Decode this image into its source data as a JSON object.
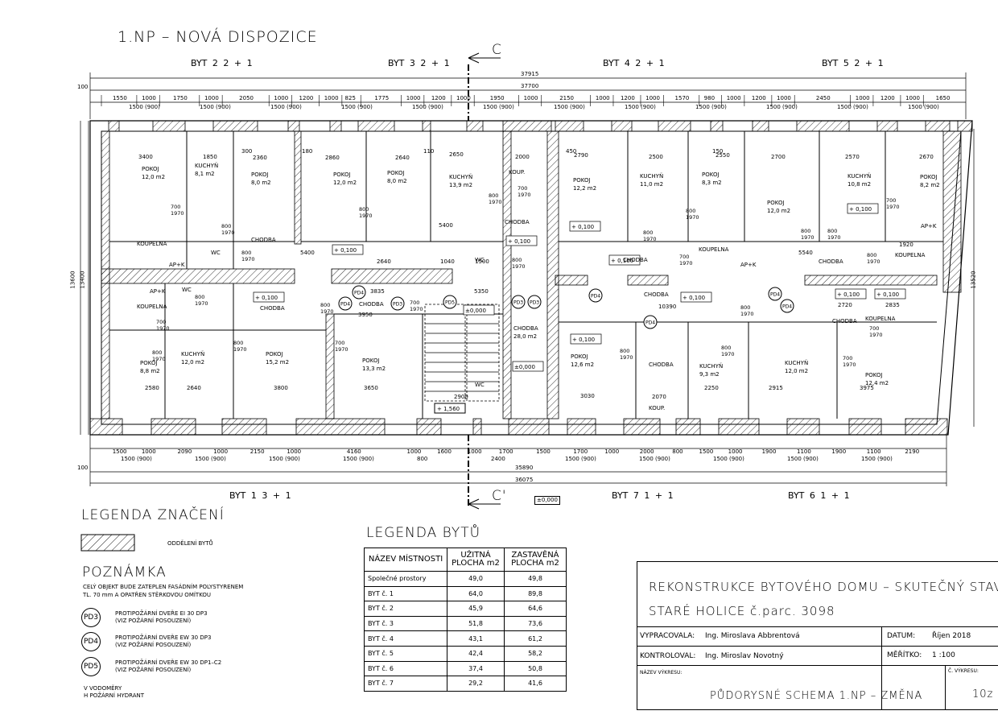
{
  "header": {
    "title": "1.NP – NOVÁ DISPOZICE",
    "section_top": "C",
    "section_bottom": "C'"
  },
  "apartments_top": [
    "BYT 2   2 + 1",
    "BYT 3   2 + 1",
    "BYT 4   2 + 1",
    "BYT 5   2 + 1"
  ],
  "apartments_bottom": [
    "BYT 1   3 + 1",
    "BYT 7   1 + 1",
    "BYT 6   1 + 1"
  ],
  "dimensions": {
    "top_overall_1": "37915",
    "top_overall_2": "37700",
    "bottom_overall_1": "35890",
    "bottom_overall_2": "36075",
    "left_overall_1": "13600",
    "left_overall_2": "13400",
    "right_overall": "13520",
    "top_chain": [
      "1550",
      "1000",
      "1750",
      "1000",
      "2050",
      "1000",
      "1200",
      "1000",
      "825",
      "1775",
      "1000",
      "1200",
      "1000",
      "1950",
      "1000",
      "2150",
      "1000",
      "1200",
      "1000",
      "1570",
      "980",
      "1000",
      "1200",
      "1000",
      "2450",
      "1000",
      "1200",
      "1000",
      "1650"
    ],
    "top_openings": [
      "1500 (900)",
      "1500 (900)",
      "1500 (900)",
      "1500 (900)",
      "1500 (900)",
      "1500 (900)",
      "1500 (900)",
      "1500 (900)",
      "1500 (900)",
      "1500 (900)",
      "1500 (900)",
      "1500 (900)"
    ],
    "bottom_chain": [
      "1500",
      "1000",
      "2090",
      "1000",
      "2150",
      "1000",
      "4160",
      "1000",
      "1600",
      "1000",
      "1700",
      "1500",
      "1700",
      "1000",
      "2000",
      "800",
      "1500",
      "1000",
      "1900",
      "1100",
      "1900",
      "1100",
      "2190"
    ],
    "bottom_openings": [
      "1500 (900)",
      "1500 (900)",
      "1500 (900)",
      "1500 (900)",
      "800",
      "2400",
      "1500 (900)",
      "1500 (900)",
      "1500 (900)",
      "1500 (900)",
      "1500 (900)"
    ],
    "side_100": "100",
    "level_zero": "±0,000"
  },
  "rooms": [
    {
      "name": "POKOJ",
      "area": "12,0 m2"
    },
    {
      "name": "KUCHYŇ",
      "area": "8,1 m2"
    },
    {
      "name": "POKOJ",
      "area": "8,0 m2"
    },
    {
      "name": "POKOJ",
      "area": "12,0 m2"
    },
    {
      "name": "POKOJ",
      "area": "8,0 m2"
    },
    {
      "name": "KUCHYŇ",
      "area": "13,9 m2"
    },
    {
      "name": "KOUP."
    },
    {
      "name": "POKOJ",
      "area": "12,2 m2"
    },
    {
      "name": "KUCHYŇ",
      "area": "11,0 m2"
    },
    {
      "name": "POKOJ",
      "area": "8,3 m2"
    },
    {
      "name": "POKOJ",
      "area": "12,0 m2"
    },
    {
      "name": "KUCHYŇ",
      "area": "10,8 m2"
    },
    {
      "name": "POKOJ",
      "area": "8,2 m2"
    },
    {
      "name": "KOUPELNA"
    },
    {
      "name": "CHODBA"
    },
    {
      "name": "WC"
    },
    {
      "name": "CHODBA",
      "area": "28,0 m2"
    },
    {
      "name": "KOUPELNA"
    },
    {
      "name": "KUCHYŇ",
      "area": "12,0 m2"
    },
    {
      "name": "POKOJ",
      "area": "8,8 m2"
    },
    {
      "name": "POKOJ",
      "area": "15,2 m2"
    },
    {
      "name": "POKOJ",
      "area": "13,3 m2"
    },
    {
      "name": "POKOJ",
      "area": "12,6 m2"
    },
    {
      "name": "KUCHYŇ",
      "area": "9,3 m2"
    },
    {
      "name": "KUCHYŇ",
      "area": "12,0 m2"
    },
    {
      "name": "POKOJ",
      "area": "12,4 m2"
    }
  ],
  "plan_labels": {
    "room_pokoj": "POKOJ",
    "room_kuchyn": "KUCHYŇ",
    "room_koupelna": "KOUPELNA",
    "room_chodba": "CHODBA",
    "room_wc": "WC",
    "room_koup": "KOUP.",
    "apk": "AP+K",
    "door_800": "800",
    "door_1970": "1970",
    "door_700": "700",
    "door_900": "900",
    "level_100": "+ 0,100",
    "level_1560": "+ 1,560",
    "level_000": "±0,000",
    "pd3": "PD3",
    "pd4": "PD4",
    "pd5": "PD5",
    "dims_inner": [
      "3400",
      "1850",
      "2360",
      "2860",
      "2640",
      "2650",
      "2000",
      "2790",
      "2500",
      "2550",
      "2700",
      "2570",
      "2670",
      "5400",
      "5400",
      "2640",
      "1040",
      "1500",
      "5540",
      "1920",
      "3835",
      "5350",
      "3950",
      "10390",
      "2720",
      "2835",
      "2580",
      "2640",
      "3800",
      "3650",
      "2900",
      "3030",
      "2250",
      "2915",
      "3975",
      "2070",
      "300",
      "110",
      "180",
      "150",
      "450"
    ]
  },
  "legend_signs": {
    "title": "LEGENDA ZNAČENÍ",
    "hatch_label": "ODDĚLENÍ BYTŮ"
  },
  "note": {
    "title": "POZNÁMKA",
    "text_1": "CELÝ OBJEKT BUDE ZATEPLEN FASÁDNÍM POLYSTYRENEM",
    "text_2": "TL. 70 mm A OPATŘEN STĚRKOVOU OMÍTKOU",
    "items": [
      {
        "symbol": "PD3",
        "line_1": "PROTIPOŽÁRNÍ DVEŘE EI 30 DP3",
        "line_2": "(VIZ POŽÁRNÍ POSOUZENÍ)"
      },
      {
        "symbol": "PD4",
        "line_1": "PROTIPOŽÁRNÍ DVEŘE EW 30 DP3",
        "line_2": "(VIZ POŽÁRNÍ POSOUZENÍ)"
      },
      {
        "symbol": "PD5",
        "line_1": "PROTIPOŽÁRNÍ DVEŘE EW 30 DP1–C2",
        "line_2": "(VIZ POŽÁRNÍ POSOUZENÍ)"
      }
    ],
    "v_label": "V   VODOMĚRY",
    "h_label": "H   POŽÁRNÍ HYDRANT"
  },
  "legend_flats": {
    "title": "LEGENDA BYTŮ",
    "headers": [
      "NÁZEV MÍSTNOSTI",
      "UŽITNÁ PLOCHA m2",
      "ZASTAVĚNÁ PLOCHA m2"
    ],
    "rows": [
      {
        "name": "Společné prostory",
        "useful": "49,0",
        "built": "49,8"
      },
      {
        "name": "BYT č. 1",
        "useful": "64,0",
        "built": "89,8"
      },
      {
        "name": "BYT č. 2",
        "useful": "45,9",
        "built": "64,6"
      },
      {
        "name": "BYT č. 3",
        "useful": "51,8",
        "built": "73,6"
      },
      {
        "name": "BYT č. 4",
        "useful": "43,1",
        "built": "61,2"
      },
      {
        "name": "BYT č. 5",
        "useful": "42,4",
        "built": "58,2"
      },
      {
        "name": "BYT č. 6",
        "useful": "37,4",
        "built": "50,8"
      },
      {
        "name": "BYT č. 7",
        "useful": "29,2",
        "built": "41,6"
      }
    ]
  },
  "title_block": {
    "project_1": "REKONSTRUKCE BYTOVÉHO DOMU – SKUTEČNÝ STAV",
    "project_2": "STARÉ HOLICE č.parc. 3098",
    "drawn_by_label": "VYPRACOVALA:",
    "drawn_by": "Ing. Miroslava Abbrentová",
    "checked_label": "KONTROLOVAL:",
    "checked_by": "Ing. Miroslav Novotný",
    "date_label": "DATUM:",
    "date": "Říjen 2018",
    "scale_label": "MĚŘÍTKO:",
    "scale": "1 :100",
    "drawing_name_label": "NÁZEV VÝKRESU:",
    "drawing_name": "PŮDORYSNÉ SCHEMA 1.NP – ZMĚNA",
    "drawing_no_label": "Č. VÝKRESU:",
    "drawing_no": "10z"
  }
}
